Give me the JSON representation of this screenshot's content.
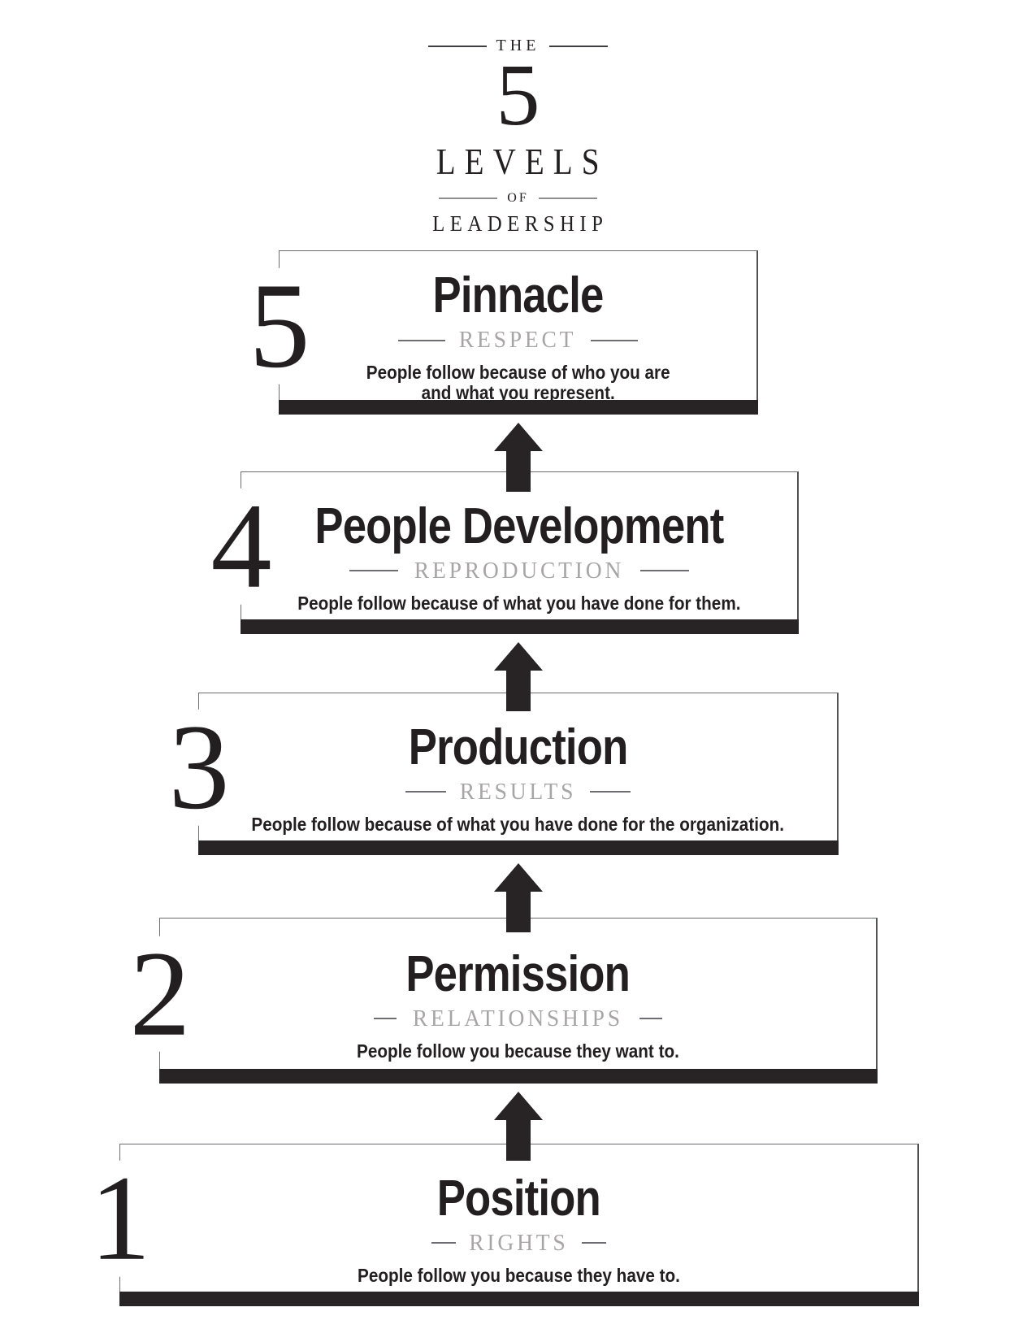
{
  "logo": {
    "the": "THE",
    "number": "5",
    "levels": "LEVELS",
    "of": "OF",
    "leadership": "LEADERSHIP"
  },
  "levels": [
    {
      "number": "5",
      "title": "Pinnacle",
      "subtitle": "RESPECT",
      "description": [
        "People follow because of who you are",
        "and what you represent."
      ]
    },
    {
      "number": "4",
      "title": "People Development",
      "subtitle": "REPRODUCTION",
      "description": [
        "People follow because of what you have done for them."
      ]
    },
    {
      "number": "3",
      "title": "Production",
      "subtitle": "RESULTS",
      "description": [
        "People follow because of what you have done for the organization."
      ]
    },
    {
      "number": "2",
      "title": "Permission",
      "subtitle": "RELATIONSHIPS",
      "description": [
        "People follow you because they want to."
      ]
    },
    {
      "number": "1",
      "title": "Position",
      "subtitle": "RIGHTS",
      "description": [
        "People follow you because they have to."
      ]
    }
  ],
  "colors": {
    "background": "#ffffff",
    "ink": "#231f20",
    "bar": "#282425",
    "arrow": "#282425",
    "box_border": "#6a6b6e",
    "subtitle_text": "#a7a5a6",
    "rule_line": "#6d6e71"
  }
}
